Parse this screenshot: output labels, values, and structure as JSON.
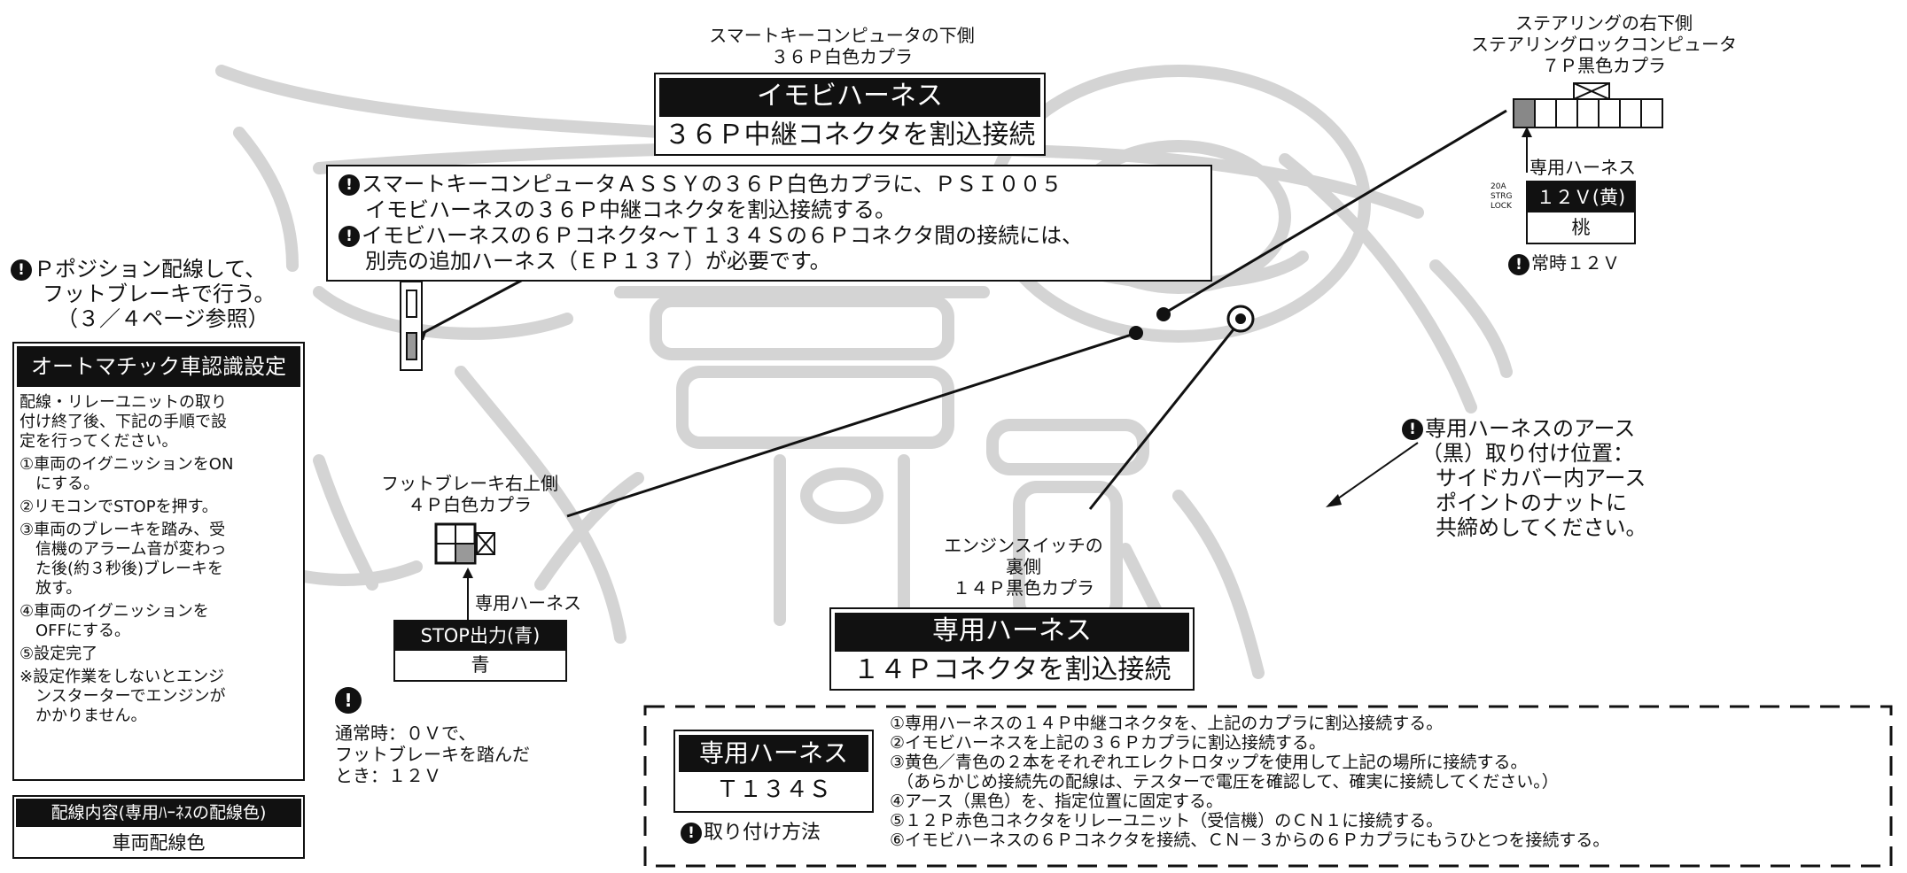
{
  "warn_mark": "!",
  "smartkey": {
    "location_line1": "スマートキーコンピュータの下側",
    "location_line2": "３６Ｐ白色カプラ",
    "title": "イモビハーネス",
    "subtitle": "３６Ｐ中継コネクタを割込接続"
  },
  "notice": {
    "line1a": "スマートキーコンピュータＡＳＳＹの３６Ｐ白色カプラに、ＰＳＩ００５",
    "line1b": "イモビハーネスの３６Ｐ中継コネクタを割込接続する。",
    "line2a": "イモビハーネスの６Ｐコネクタ～Ｔ１３４Ｓの６Ｐコネクタ間の接続には、",
    "line2b": "別売の追加ハーネス（ＥＰ１３７）が必要です。"
  },
  "steering": {
    "line1": "ステアリングの右下側",
    "line2": "ステアリングロックコンピュータ",
    "line3": "７Ｐ黒色カプラ",
    "harness_label": "専用ハーネス",
    "fuse_text": "20A\nSTRG\nLOCK",
    "wire_label": "１２Ｖ(黄)",
    "vehicle_color": "桃",
    "note": "常時１２Ｖ"
  },
  "pposition": {
    "line1": "Ｐポジション配線して、",
    "line2": "フットブレーキで行う。",
    "line3": "（３／４ページ参照）"
  },
  "auto_panel": {
    "title": "オートマチック車認識設定",
    "intro": "配線・リレーユニットの取り\n付け終了後、下記の手順で設\n定を行ってください。",
    "steps": [
      "①車両のイグニッションをON\n　にする。",
      "②リモコンでSTOPを押す。",
      "③車両のブレーキを踏み、受\n　信機のアラーム音が変わっ\n　た後(約３秒後)ブレーキを\n　放す。",
      "④車両のイグニッションを\n　OFFにする。",
      "⑤設定完了",
      "※設定作業をしないとエンジ\n　ンスターターでエンジンが\n　かかりません。"
    ]
  },
  "legend": {
    "header": "配線内容(専用ﾊｰﾈｽの配線色)",
    "body": "車両配線色"
  },
  "footbrake": {
    "line1": "フットブレーキ右上側",
    "line2": "４Ｐ白色カプラ",
    "harness_label": "専用ハーネス",
    "wire_label": "STOP出力(青)",
    "vehicle_color": "青",
    "note": "通常時：０Ｖで、\nフットブレーキを踏んだ\nとき：１２Ｖ"
  },
  "engine": {
    "line1": "エンジンスイッチの",
    "line2": "裏側",
    "line3": "１４Ｐ黒色カプラ",
    "title": "専用ハーネス",
    "subtitle": "１４Ｐコネクタを割込接続"
  },
  "ground": {
    "line1": "専用ハーネスのアース",
    "line2": "（黒）取り付け位置：",
    "line3": "サイドカバー内アース",
    "line4": "ポイントのナットに",
    "line5": "共締めしてください。"
  },
  "install": {
    "title": "専用ハーネス",
    "model": "Ｔ１３４Ｓ",
    "method_label": "取り付け方法",
    "steps": [
      "①専用ハーネスの１４Ｐ中継コネクタを、上記のカプラに割込接続する。",
      "②イモビハーネスを上記の３６Ｐカプラに割込接続する。",
      "③黄色／青色の２本をそれぞれエレクトロタップを使用して上記の場所に接続する。",
      "（あらかじめ接続先の配線は、テスターで電圧を確認して、確実に接続してください。）",
      "④アース（黒色）を、指定位置に固定する。",
      "⑤１２Ｐ赤色コネクタをリレーユニット（受信機）のＣＮ１に接続する。",
      "⑥イモビハーネスの６Ｐコネクタを接続、ＣＮ－３からの６Ｐカプラにもうひとつを接続する。"
    ]
  }
}
